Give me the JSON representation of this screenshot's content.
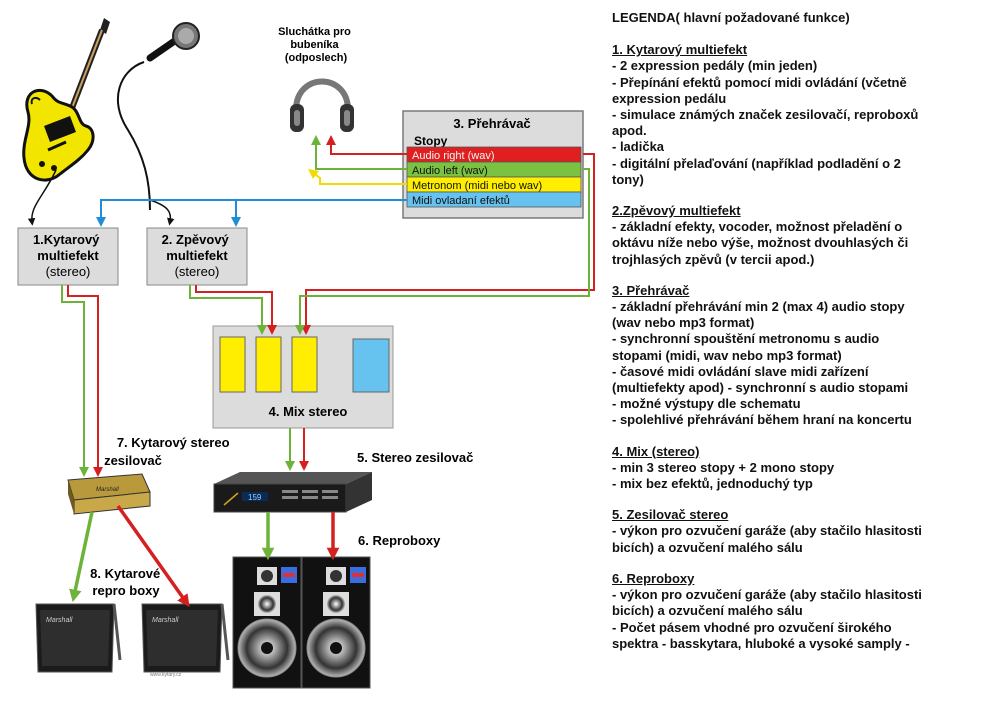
{
  "diagram": {
    "headphones_label": [
      "Sluchátka pro",
      "bubeníka",
      "(odposlech)"
    ],
    "player": {
      "title": "3. Přehrávač",
      "tracks_label": "Stopy",
      "tracks": [
        {
          "label": "Audio right (wav)",
          "color": "#e02020"
        },
        {
          "label": "Audio left (wav)",
          "color": "#7cc242"
        },
        {
          "label": "Metronom (midi nebo wav)",
          "color": "#ffee00"
        },
        {
          "label": "Midi ovladaní efektů",
          "color": "#66c2ee"
        }
      ]
    },
    "guitar_fx": {
      "lines": [
        "1.Kytarový",
        "multiefekt"
      ],
      "sub": "(stereo)"
    },
    "vocal_fx": {
      "lines": [
        "2. Zpěvový",
        "multiefekt"
      ],
      "sub": "(stereo)"
    },
    "mixer": {
      "label": "4. Mix stereo"
    },
    "guitar_amp_label": [
      "7. Kytarový stereo",
      "zesilovač"
    ],
    "guitar_amp_brand": "Marshall",
    "stereo_amp_label": "5. Stereo zesilovač",
    "stereo_amp_display": "159",
    "speakers_label": "6. Reproboxy",
    "cabinets_label": [
      "8. Kytarové",
      "repro boxy"
    ],
    "cabinet_brand": "Marshall",
    "watermark": "www.kytary.cz"
  },
  "legend": {
    "title": "LEGENDA( hlavní požadované funkce)",
    "sections": [
      {
        "heading": "1. Kytarový multiefekt",
        "lines": [
          "- 2 expression pedály (min jeden)",
          "- Přepínání efektů pomocí midi ovládání (včetně",
          "expression pedálu",
          "- simulace známých značek zesilovačí, reproboxů",
          "apod.",
          "- ladička",
          "- digitální přelaďování (například podladění o 2",
          "tony)"
        ]
      },
      {
        "heading": "2.Zpěvový multiefekt",
        "lines": [
          "- základní efekty, vocoder, možnost přeladění o",
          "oktávu níže nebo výše, možnost dvouhlasých či",
          "trojhlasých zpěvů (v tercii apod.)"
        ]
      },
      {
        "heading": "3. Přehrávač",
        "lines": [
          "- základní přehrávání min 2 (max 4) audio stopy",
          "(wav nebo mp3 format)",
          "- synchronní spouštění metronomu s audio",
          "stopami (midi, wav nebo mp3 format)",
          "- časové midi ovládání slave midi zařízení",
          "(multiefekty apod) - synchronní s audio stopami",
          "- možné výstupy dle schematu",
          "- spolehlivé přehrávání během hraní na koncertu"
        ]
      },
      {
        "heading": "4. Mix (stereo)",
        "lines": [
          "- min 3 stereo stopy + 2 mono stopy",
          "- mix bez efektů, jednoduchý typ"
        ]
      },
      {
        "heading": "5. Zesilovač stereo",
        "lines": [
          "- výkon pro ozvučení garáže (aby stačilo hlasitosti",
          "bicích) a ozvučení malého sálu"
        ]
      },
      {
        "heading": "6. Reproboxy",
        "lines": [
          "- výkon pro ozvučení garáže (aby stačilo hlasitosti",
          "bicích) a ozvučení malého sálu",
          "- Počet pásem vhodné pro ozvučení širokého",
          "spektra - basskytara, hluboké a vysoké samply -"
        ]
      }
    ]
  },
  "colors": {
    "red": "#e02020",
    "green": "#7cc242",
    "yellow": "#ffee00",
    "blue": "#1e8fd6",
    "box_gray": "#dcdcdc"
  }
}
